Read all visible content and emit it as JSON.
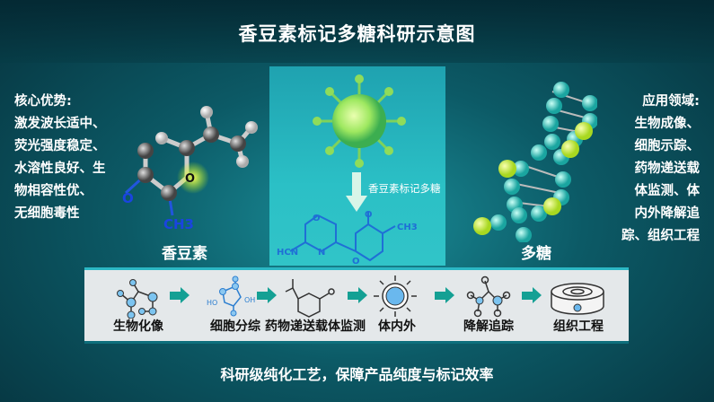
{
  "title": "香豆素标记多糖科研示意图",
  "left": {
    "heading": "核心优势:",
    "lines": [
      "激发波长适中、",
      "荧光强度稳定、",
      "水溶性良好、生",
      "物相容性优、",
      "无细胞毒性"
    ],
    "caption": "香豆素",
    "molecule_labels": {
      "o1": "O",
      "o2": "O",
      "ch3": "CH3"
    }
  },
  "center": {
    "arrow_label": "香豆素标记多糖",
    "structure_labels": {
      "o1": "O",
      "n": "N",
      "hcn": "HCN",
      "o2": "O",
      "o3": "O",
      "ch3": "CH3"
    }
  },
  "right": {
    "heading": "应用领域:",
    "lines": [
      "生物成像、",
      "细胞示踪、",
      "药物递送载",
      "体监测、体",
      "内外降解追",
      "踪、组织工程"
    ],
    "caption": "多糖"
  },
  "steps": [
    {
      "label": "生物化像",
      "icon": "molecule-network-icon"
    },
    {
      "label": "细胞分综",
      "icon": "sugar-ring-icon",
      "oh": "HO",
      "oh2": "OH"
    },
    {
      "label": "药物递送载体监测",
      "icon": "benzene-icon"
    },
    {
      "label": "体内外",
      "icon": "glowing-cell-icon"
    },
    {
      "label": "降解追踪",
      "icon": "molecule-fragment-icon"
    },
    {
      "label": "组织工程",
      "icon": "scaffold-disc-icon"
    }
  ],
  "footer": "科研级纯化工艺，保障产品纯度与标记效率",
  "colors": {
    "accent": "#14a094",
    "band": "#e4e8ea",
    "bond_blue": "#1f6fd6"
  }
}
